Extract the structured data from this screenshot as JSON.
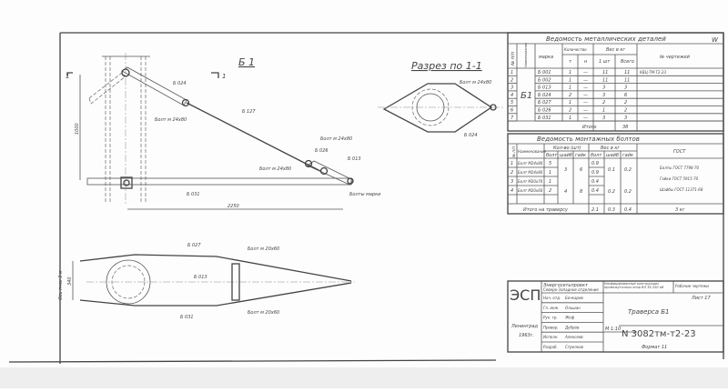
{
  "views": {
    "main_view_title": "Б 1",
    "section_title": "Разрез по 1-1",
    "section_mark": "1",
    "main_labels": {
      "part_top": "Б 024",
      "rod": "Б 127",
      "bolt_1": "Болт м 24х80",
      "bolt_2": "Болт м 24х80",
      "bolt_3": "Болт м 24х80",
      "part_end_1": "Б 026",
      "part_end_2": "Б 013",
      "beam": "Б 031",
      "bolts_note": "Болты марки",
      "dim_vertical": "1000",
      "dim_horizontal": "2250"
    },
    "plan_labels": {
      "top_part": "Б 027",
      "middle_part": "Б 013",
      "bottom_part": "Б 031",
      "bolt_top": "Болт м 20х60",
      "bolt_bottom": "Болт м 20х60",
      "dim": "340",
      "side_note": "Ось п-ки 3 м"
    },
    "section_labels": {
      "bolt": "Болт м 24х80",
      "part": "Б 024"
    }
  },
  "metal_table": {
    "title": "Ведомость металлических деталей",
    "mark": "W",
    "headers": {
      "num": "№ п/п",
      "name": "Наименование",
      "brand": "марка",
      "qty": "Количество",
      "qty_t": "т",
      "qty_n": "н",
      "weight": "Вес в кг",
      "weight_unit": "1 шт",
      "weight_total": "Всего",
      "drawings": "№ чертежей"
    },
    "group_name": "Б1",
    "rows": [
      {
        "num": "1",
        "brand": "Б 001",
        "qt": "1",
        "qn": "—",
        "unit": "11",
        "total": "11",
        "drawing": "КВЦ-ТМ-Т2-23"
      },
      {
        "num": "2",
        "brand": "Б 002",
        "qt": "1",
        "qn": "—",
        "unit": "11",
        "total": "11",
        "drawing": ""
      },
      {
        "num": "3",
        "brand": "Б 013",
        "qt": "1",
        "qn": "—",
        "unit": "3",
        "total": "3",
        "drawing": ""
      },
      {
        "num": "4",
        "brand": "Б 024",
        "qt": "2",
        "qn": "—",
        "unit": "3",
        "total": "6",
        "drawing": ""
      },
      {
        "num": "5",
        "brand": "Б 027",
        "qt": "1",
        "qn": "—",
        "unit": "2",
        "total": "2",
        "drawing": ""
      },
      {
        "num": "6",
        "brand": "Б 026",
        "qt": "2",
        "qn": "—",
        "unit": "1",
        "total": "2",
        "drawing": ""
      },
      {
        "num": "7",
        "brand": "Б 031",
        "qt": "1",
        "qn": "—",
        "unit": "3",
        "total": "3",
        "drawing": ""
      }
    ],
    "total_label": "Итого",
    "total_value": "38"
  },
  "bolt_table": {
    "title": "Ведомость монтажных болтов",
    "headers": {
      "num": "№ п/п",
      "name": "Наименование",
      "qty": "Кол-во (шт)",
      "weight": "Вес в кг",
      "bolt": "болт",
      "washer": "шайб",
      "nut": "гайк",
      "gost": "ГОСТ"
    },
    "rows": [
      {
        "num": "1",
        "name": "Болт М24х80",
        "qty": "5",
        "weight": "0.9"
      },
      {
        "num": "2",
        "name": "Болт М24х80",
        "qty": "1",
        "weight": "0.9"
      },
      {
        "num": "3",
        "name": "Болт М20х70",
        "qty": "1",
        "weight": "0.4"
      },
      {
        "num": "4",
        "name": "Болт М20х60",
        "qty": "2",
        "weight": "0.4"
      }
    ],
    "group_values": [
      {
        "washers": "3",
        "nuts": "6",
        "w_washers": "0.1",
        "w_nuts": "0.2"
      },
      {
        "washers": "4",
        "nuts": "8",
        "w_washers": "0.2",
        "w_nuts": "0.2"
      }
    ],
    "gost_text": [
      "Болты ГОСТ 7798-70",
      "Гайки ГОСТ 5915-70",
      "Шайбы ГОСТ 11371-68"
    ],
    "total_label": "Итого на траверсу",
    "totals": [
      "2.1",
      "0.3",
      "0.4",
      "3 кг"
    ]
  },
  "title_block": {
    "logo": "ЭСП",
    "org": "Энергосетьпроект",
    "dept": "Северо-Западное отделение",
    "project": "Унифицированные конструкции промежуточных опор ВЛ 35-330 кВ",
    "stage": "Рабочие чертежи",
    "sheet_label": "Лист 17",
    "drawing_name": "Траверса Б1",
    "drawing_number": "N 3082тм-т2-23",
    "city": "Ленинград",
    "year": "1963г.",
    "roles": [
      "Нач. отд.",
      "Гл. инж.",
      "Рук. гр.",
      "Провер.",
      "Исполн.",
      "Разраб."
    ],
    "signatures": [
      "Бочкарев",
      "Ольшан",
      "Жоф",
      "Дубров",
      "Алексеев",
      "Стрелков"
    ],
    "scale": "М 1:10",
    "format": "Формат 11"
  }
}
